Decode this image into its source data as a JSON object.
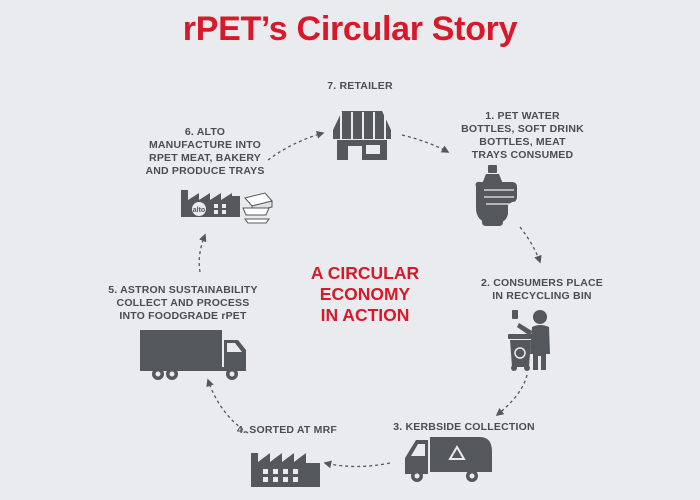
{
  "title": "rPET’s Circular Story",
  "center": {
    "line1": "A CIRCULAR",
    "line2": "ECONOMY",
    "line3": "IN ACTION"
  },
  "steps": [
    {
      "lines": [
        "1. PET WATER",
        "BOTTLES, SOFT DRINK",
        "BOTTLES, MEAT",
        "TRAYS CONSUMED"
      ],
      "icon": "hand-bottle-icon"
    },
    {
      "lines": [
        "2. CONSUMERS PLACE",
        "IN RECYCLING BIN"
      ],
      "icon": "person-recycling-bin-icon"
    },
    {
      "lines": [
        "3. KERBSIDE COLLECTION"
      ],
      "icon": "recycling-truck-icon"
    },
    {
      "lines": [
        "4. SORTED AT MRF"
      ],
      "icon": "factory-icon"
    },
    {
      "lines": [
        "5. ASTRON SUSTAINABILITY",
        "COLLECT AND PROCESS",
        "INTO FOODGRADE rPET"
      ],
      "icon": "semi-truck-icon"
    },
    {
      "lines": [
        "6. ALTO",
        "MANUFACTURE INTO",
        "RPET MEAT, BAKERY",
        "AND PRODUCE TRAYS"
      ],
      "icon": "alto-factory-icon"
    },
    {
      "lines": [
        "7. RETAILER"
      ],
      "icon": "storefront-icon"
    }
  ],
  "factory_logo": "alto",
  "colors": {
    "title": "#d7192a",
    "text": "#4a4d52",
    "icon": "#54575c",
    "background": "#e9ebee"
  }
}
